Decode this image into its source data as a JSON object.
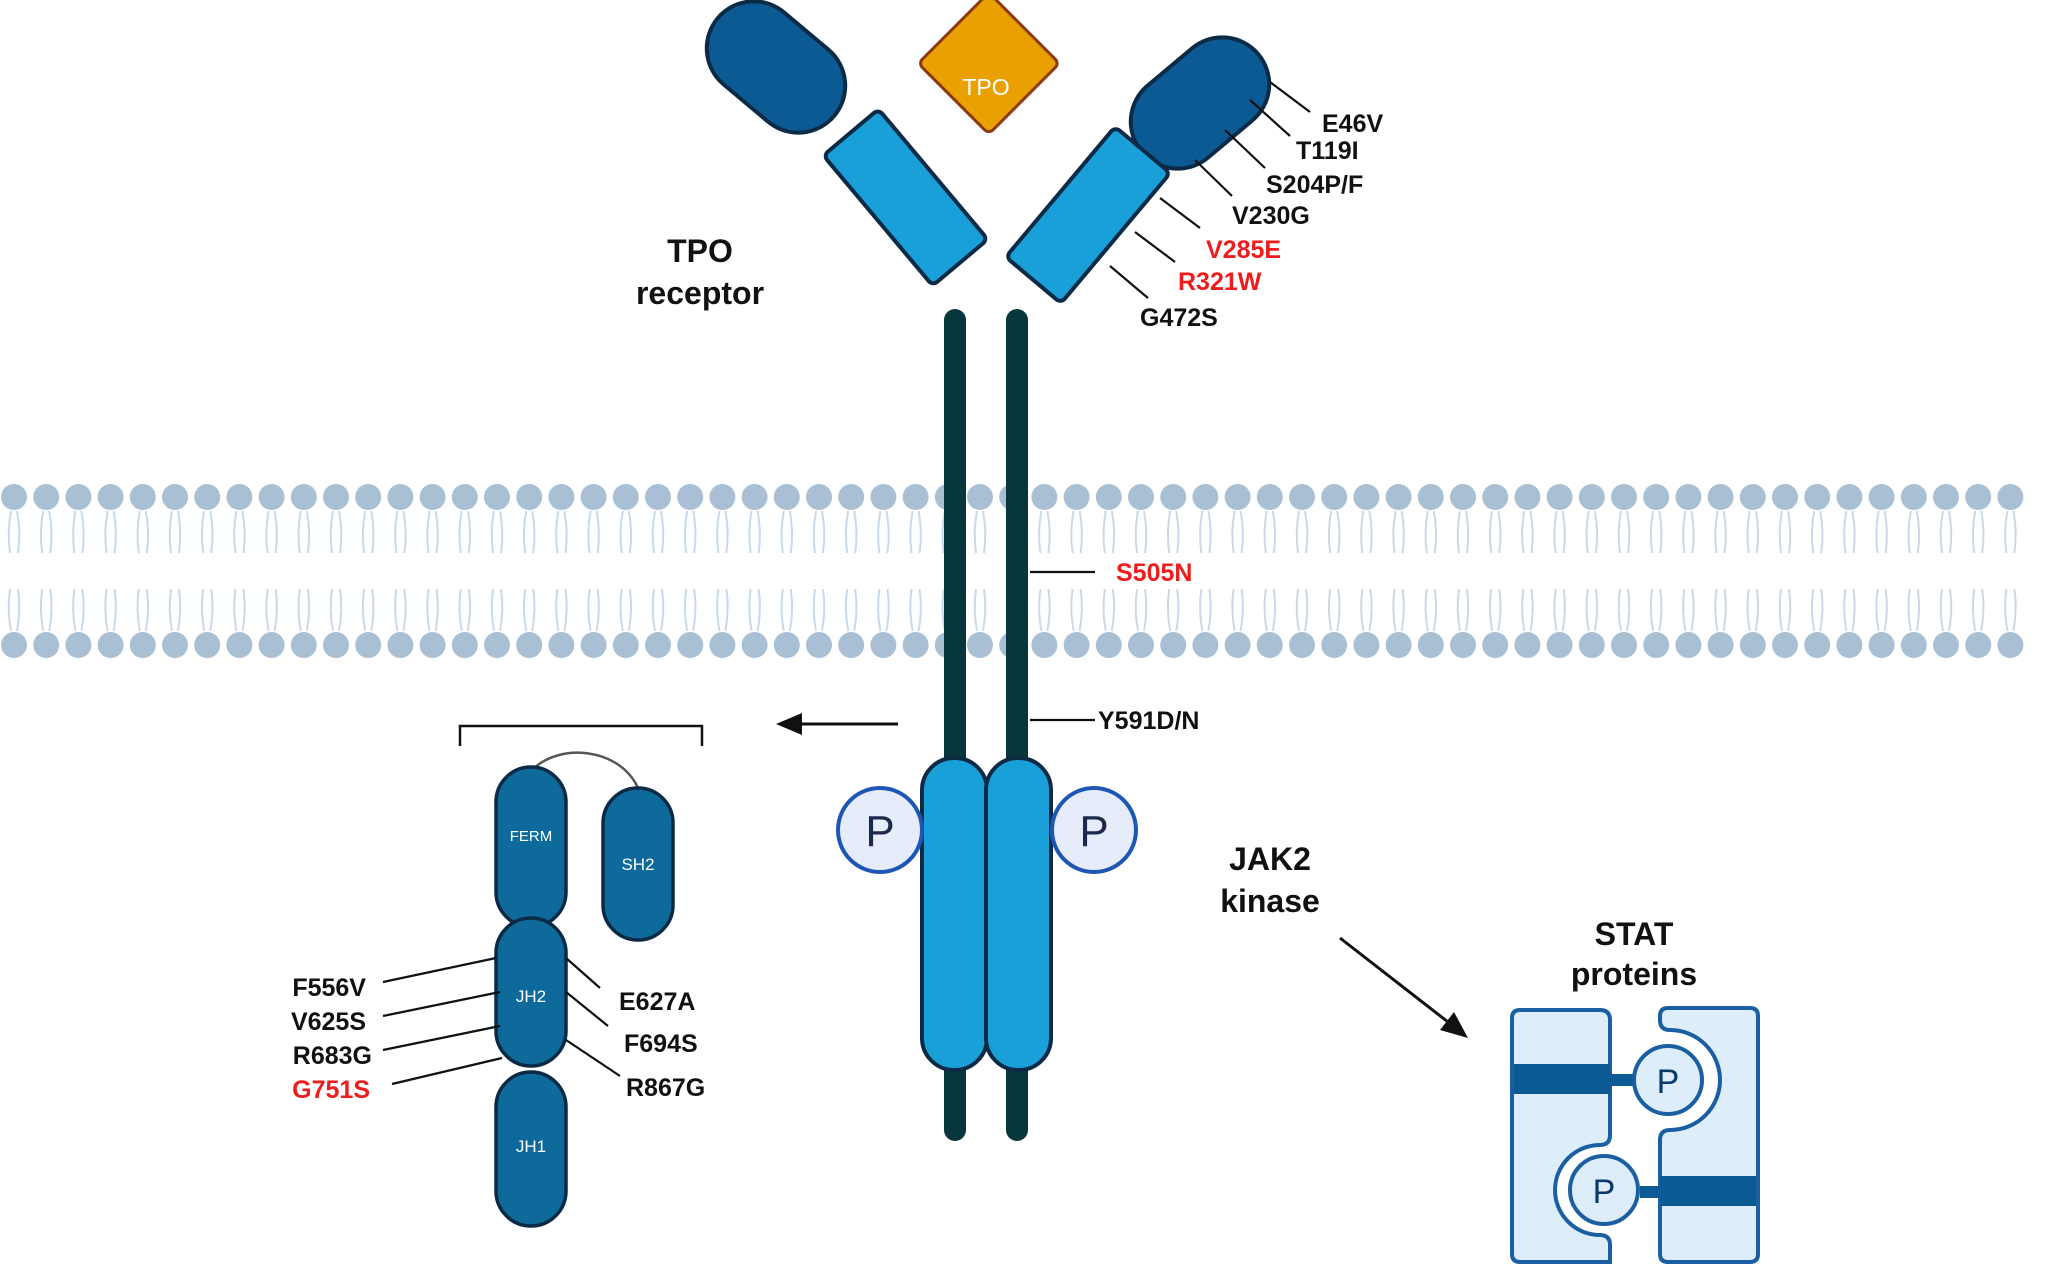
{
  "ligand": {
    "label": "TPO"
  },
  "receptor": {
    "title_line1": "TPO",
    "title_line2": "receptor"
  },
  "receptor_mutations": [
    {
      "label": "E46V",
      "color": "#111111"
    },
    {
      "label": "T119I",
      "color": "#111111"
    },
    {
      "label": "S204P/F",
      "color": "#111111"
    },
    {
      "label": "V230G",
      "color": "#111111"
    },
    {
      "label": "V285E",
      "color": "#ee1c1c"
    },
    {
      "label": "R321W",
      "color": "#ee1c1c"
    },
    {
      "label": "G472S",
      "color": "#111111"
    },
    {
      "label": "S505N",
      "color": "#ee1c1c"
    },
    {
      "label": "Y591D/N",
      "color": "#111111"
    }
  ],
  "phospho": {
    "label": "P"
  },
  "jak2": {
    "title_line1": "JAK2",
    "title_line2": "kinase",
    "domains": {
      "ferm": "FERM",
      "sh2": "SH2",
      "jh2": "JH2",
      "jh1": "JH1"
    },
    "mutations_left": [
      {
        "label": "F556V",
        "color": "#111111"
      },
      {
        "label": "V625S",
        "color": "#111111"
      },
      {
        "label": "R683G",
        "color": "#111111"
      },
      {
        "label": "G751S",
        "color": "#ee1c1c"
      }
    ],
    "mutations_right": [
      {
        "label": "E627A",
        "color": "#111111"
      },
      {
        "label": "F694S",
        "color": "#111111"
      },
      {
        "label": "R867G",
        "color": "#111111"
      }
    ]
  },
  "stat": {
    "title_line1": "STAT",
    "title_line2": "proteins",
    "phospho_label": "P"
  },
  "colors": {
    "dark_domain": "#0b5a94",
    "light_domain": "#1aa0d8",
    "jak_domain": "#0e6a9b",
    "tpo": "#e9a000",
    "tm_helix": "#07363c",
    "membrane_head": "#a9bfd3",
    "stat_fill": "#deedfa",
    "stat_stroke": "#1b5fa3"
  }
}
